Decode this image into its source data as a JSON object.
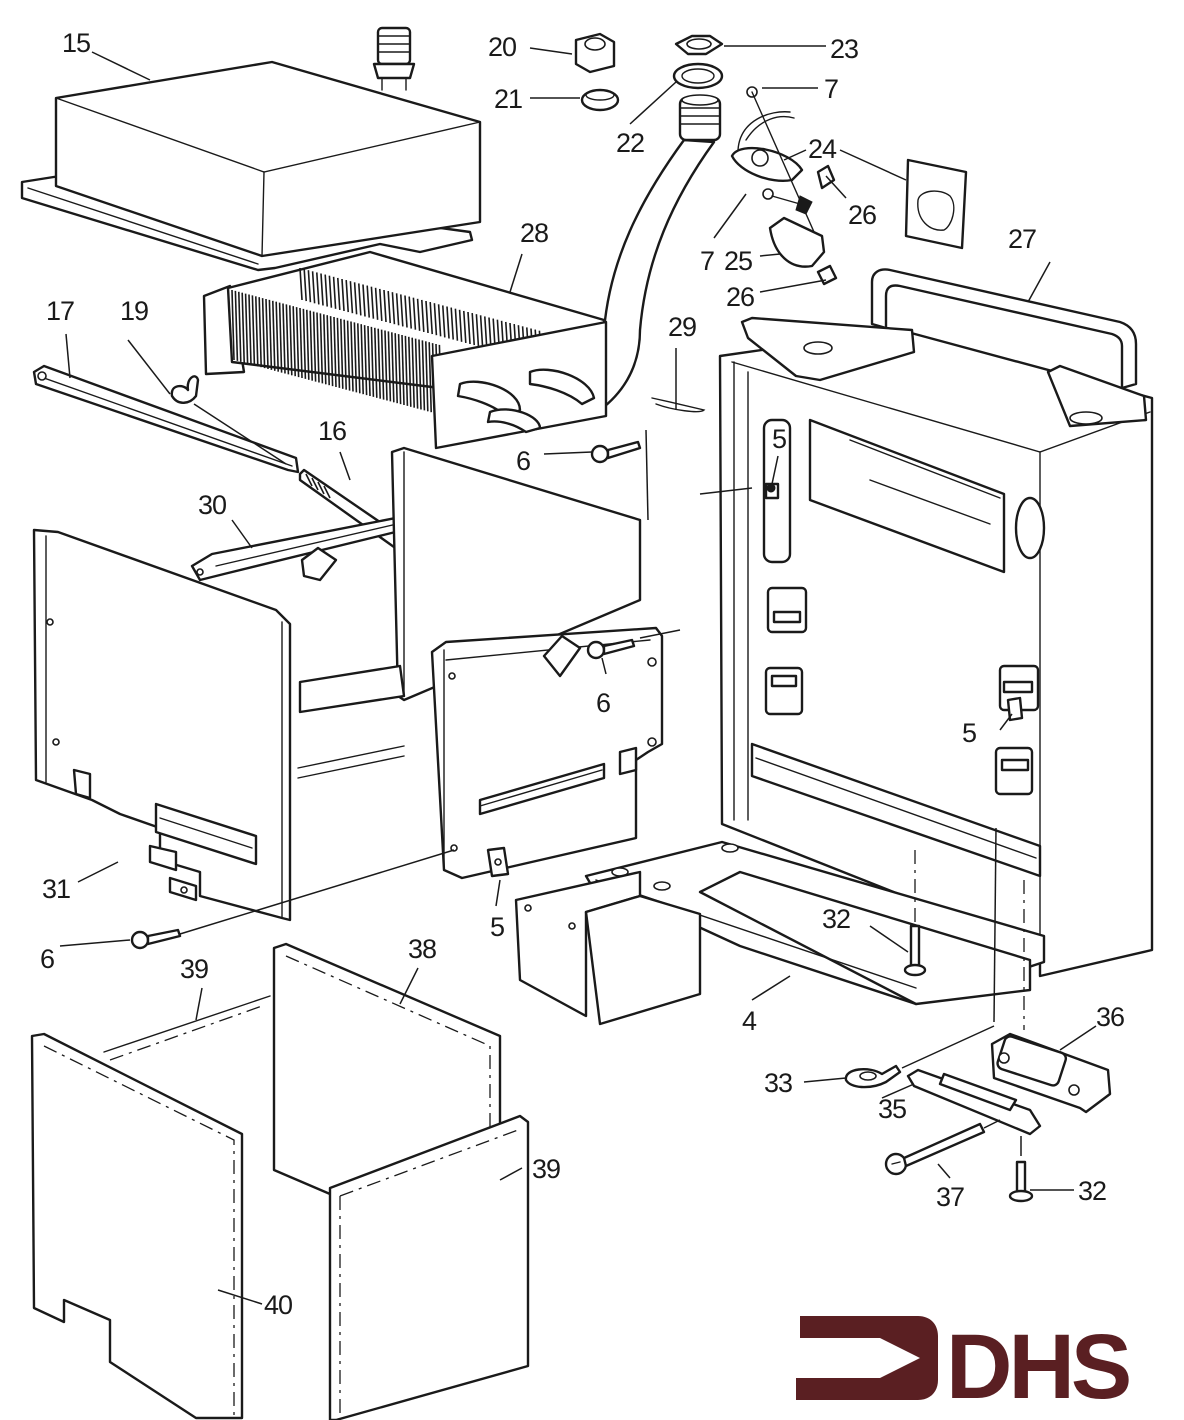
{
  "diagram": {
    "title": "Boiler exploded parts diagram",
    "callouts": [
      {
        "id": "15",
        "label": "15",
        "part": "combustion-hood"
      },
      {
        "id": "20",
        "label": "20",
        "part": "nut"
      },
      {
        "id": "21",
        "label": "21",
        "part": "olive"
      },
      {
        "id": "23",
        "label": "23",
        "part": "nut"
      },
      {
        "id": "22",
        "label": "22",
        "part": "washer"
      },
      {
        "id": "7a",
        "label": "7",
        "part": "screw"
      },
      {
        "id": "24a",
        "label": "24",
        "part": "overheat-thermostat"
      },
      {
        "id": "26a",
        "label": "26",
        "part": "clip"
      },
      {
        "id": "7b",
        "label": "7",
        "part": "screw"
      },
      {
        "id": "25",
        "label": "25",
        "part": "thermostat-bracket"
      },
      {
        "id": "26b",
        "label": "26",
        "part": "clip"
      },
      {
        "id": "28",
        "label": "28",
        "part": "heat-exchanger"
      },
      {
        "id": "27",
        "label": "27",
        "part": "mounting-frame"
      },
      {
        "id": "17",
        "label": "17",
        "part": "support-rail"
      },
      {
        "id": "19",
        "label": "19",
        "part": "wing-nut"
      },
      {
        "id": "29",
        "label": "29",
        "part": "sensor-clip"
      },
      {
        "id": "16",
        "label": "16",
        "part": "tie-rod"
      },
      {
        "id": "6a",
        "label": "6",
        "part": "screw"
      },
      {
        "id": "5a",
        "label": "5",
        "part": "spring-clip"
      },
      {
        "id": "30",
        "label": "30",
        "part": "cross-rail"
      },
      {
        "id": "6b",
        "label": "6",
        "part": "screw"
      },
      {
        "id": "5b",
        "label": "5",
        "part": "spring-clip"
      },
      {
        "id": "31",
        "label": "31",
        "part": "side-panel"
      },
      {
        "id": "6c",
        "label": "6",
        "part": "screw"
      },
      {
        "id": "5c",
        "label": "5",
        "part": "spring-clip"
      },
      {
        "id": "32a",
        "label": "32",
        "part": "screw"
      },
      {
        "id": "38",
        "label": "38",
        "part": "insulation-rear"
      },
      {
        "id": "39a",
        "label": "39",
        "part": "insulation-side"
      },
      {
        "id": "4",
        "label": "4",
        "part": "base-tray"
      },
      {
        "id": "36",
        "label": "36",
        "part": "bracket"
      },
      {
        "id": "33",
        "label": "33",
        "part": "cable-clamp"
      },
      {
        "id": "35",
        "label": "35",
        "part": "plate"
      },
      {
        "id": "39b",
        "label": "39",
        "part": "insulation-side"
      },
      {
        "id": "37",
        "label": "37",
        "part": "long-screw"
      },
      {
        "id": "32b",
        "label": "32",
        "part": "screw"
      },
      {
        "id": "40",
        "label": "40",
        "part": "insulation-front"
      }
    ],
    "gasket_sheet_label": "24"
  },
  "logo": {
    "text": "DHS",
    "color": "#5a1f22"
  }
}
